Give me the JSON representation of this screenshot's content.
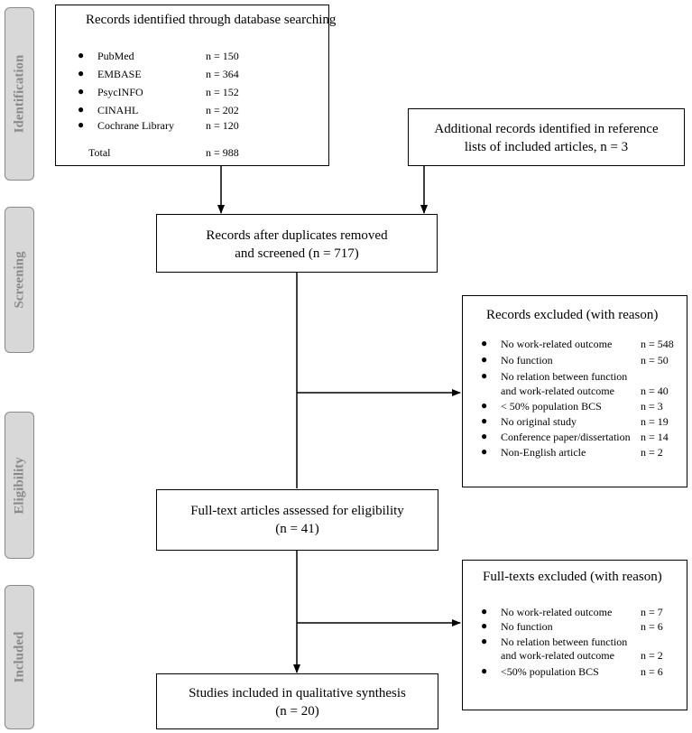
{
  "stages": [
    "Identification",
    "Screening",
    "Eligibility",
    "Included"
  ],
  "identification": {
    "title": "Records identified through database searching",
    "databases": [
      {
        "name": "PubMed",
        "n": "n = 150"
      },
      {
        "name": "EMBASE",
        "n": "n = 364"
      },
      {
        "name": "PsycINFO",
        "n": "n = 152"
      },
      {
        "name": "CINAHL",
        "n": "n = 202"
      },
      {
        "name": "Cochrane Library",
        "n": "n = 120"
      }
    ],
    "total_label": "Total",
    "total_n": "n = 988"
  },
  "additional": {
    "line1": "Additional records identified in reference",
    "line2": "lists of included articles, n = 3"
  },
  "screened": {
    "line1": "Records after duplicates removed",
    "line2": "and screened (n = 717)"
  },
  "excluded1": {
    "title": "Records excluded (with reason)",
    "items": [
      {
        "line1": "No work-related outcome",
        "line2": "",
        "n": "n = 548"
      },
      {
        "line1": "No function",
        "line2": "",
        "n": "n = 50"
      },
      {
        "line1": "No relation between function",
        "line2": "and work-related outcome",
        "n": "n = 40"
      },
      {
        "line1": "< 50% population BCS",
        "line2": "",
        "n": "n = 3"
      },
      {
        "line1": "No original study",
        "line2": "",
        "n": "n = 19"
      },
      {
        "line1": "Conference paper/dissertation",
        "line2": "",
        "n": "n = 14"
      },
      {
        "line1": "Non-English article",
        "line2": "",
        "n": "n = 2"
      }
    ]
  },
  "fulltext": {
    "line1": "Full-text articles assessed for eligibility",
    "line2": "(n = 41)"
  },
  "excluded2": {
    "title": "Full-texts excluded (with reason)",
    "items": [
      {
        "line1": "No work-related outcome",
        "line2": "",
        "n": "n = 7"
      },
      {
        "line1": "No function",
        "line2": "",
        "n": "n = 6"
      },
      {
        "line1": "No relation between function",
        "line2": "and work-related outcome",
        "n": "n = 2"
      },
      {
        "line1": "<50% population BCS",
        "line2": "",
        "n": "n = 6"
      }
    ]
  },
  "included": {
    "line1": "Studies included in qualitative synthesis",
    "line2": "(n = 20)"
  }
}
